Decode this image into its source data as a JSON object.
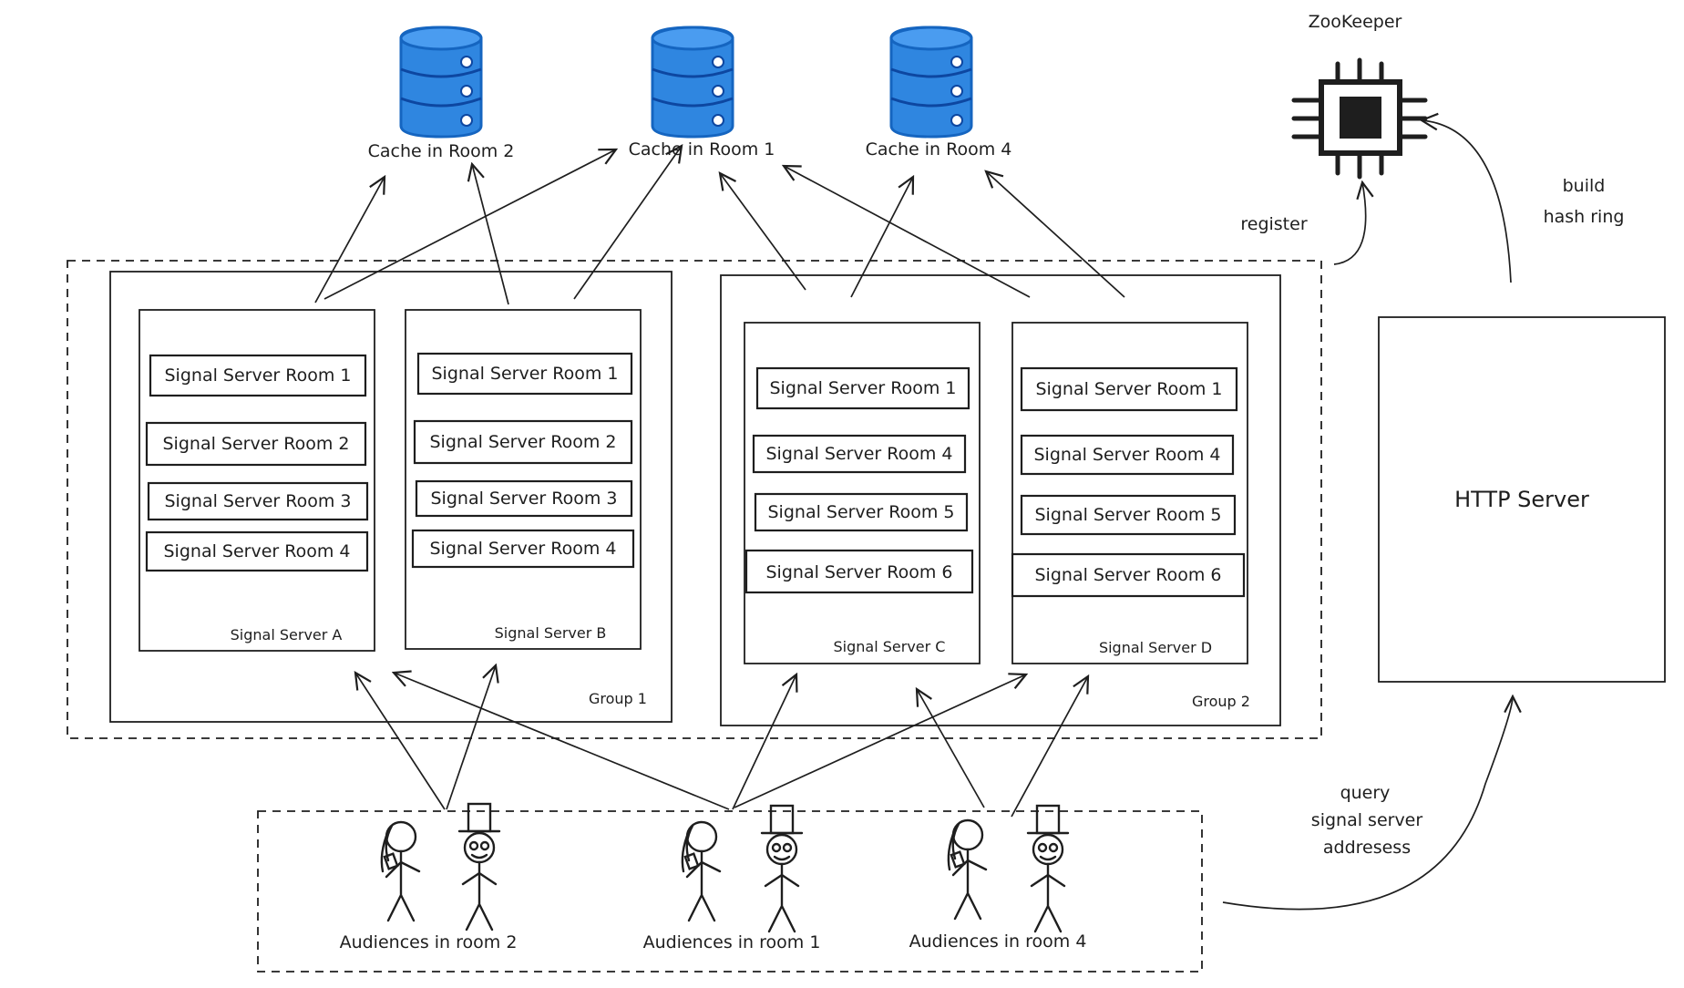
{
  "zookeeper": {
    "title": "ZooKeeper"
  },
  "caches": [
    {
      "label": "Cache in Room 2"
    },
    {
      "label": "Cache in Room 1"
    },
    {
      "label": "Cache in Room 4"
    }
  ],
  "edges": {
    "register": "register",
    "build_line1": "build",
    "build_line2": "hash ring",
    "query_line1": "query",
    "query_line2": "signal server",
    "query_line3": "addresess"
  },
  "groups": [
    {
      "label": "Group 1",
      "servers": [
        {
          "name": "Signal Server A",
          "rooms": [
            "Signal Server Room 1",
            "Signal Server Room 2",
            "Signal Server Room 3",
            "Signal Server Room 4"
          ]
        },
        {
          "name": "Signal Server B",
          "rooms": [
            "Signal Server Room 1",
            "Signal Server Room 2",
            "Signal Server Room 3",
            "Signal Server Room 4"
          ]
        }
      ]
    },
    {
      "label": "Group 2",
      "servers": [
        {
          "name": "Signal Server C",
          "rooms": [
            "Signal Server Room 1",
            "Signal Server Room 4",
            "Signal Server Room 5",
            "Signal Server Room 6"
          ]
        },
        {
          "name": "Signal Server D",
          "rooms": [
            "Signal Server Room 1",
            "Signal Server Room 4",
            "Signal Server Room 5",
            "Signal Server Room 6"
          ]
        }
      ]
    }
  ],
  "http_server": {
    "label": "HTTP Server"
  },
  "audiences": [
    {
      "label": "Audiences in room 2"
    },
    {
      "label": "Audiences in room 1"
    },
    {
      "label": "Audiences in room 4"
    }
  ],
  "colors": {
    "database": "#1565c0",
    "database_fill": "#2f86e0",
    "stroke": "#1e1e1e"
  }
}
